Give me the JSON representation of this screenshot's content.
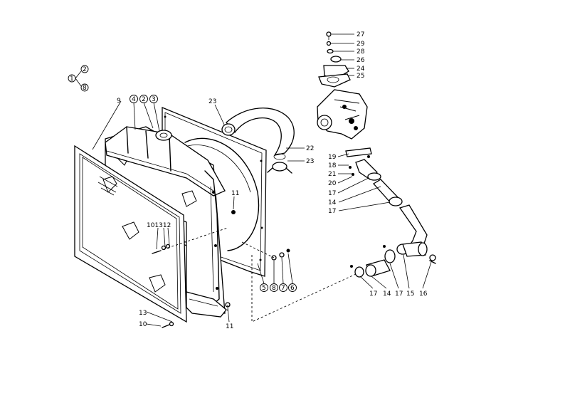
{
  "labels": {
    "p1": "1",
    "p2": "2",
    "p8": "8",
    "r9": "9",
    "r4": "4",
    "r2": "2",
    "r3": "3",
    "c23a": "23",
    "c22": "22",
    "c23b": "23",
    "t27": "27",
    "t29": "29",
    "t28": "28",
    "t26": "26",
    "t24": "24",
    "t25": "25",
    "m19": "19",
    "m18": "18",
    "m21": "21",
    "m20": "20",
    "m17a": "17",
    "m14a": "14",
    "m17b": "17",
    "f11a": "11",
    "f101312": "101312",
    "f13": "13",
    "f10": "10",
    "f11b": "11",
    "b5": "5",
    "b8": "8",
    "b7": "7",
    "b6": "6",
    "h17a": "17",
    "h14": "14",
    "h17b": "17",
    "h15": "15",
    "h16": "16"
  }
}
